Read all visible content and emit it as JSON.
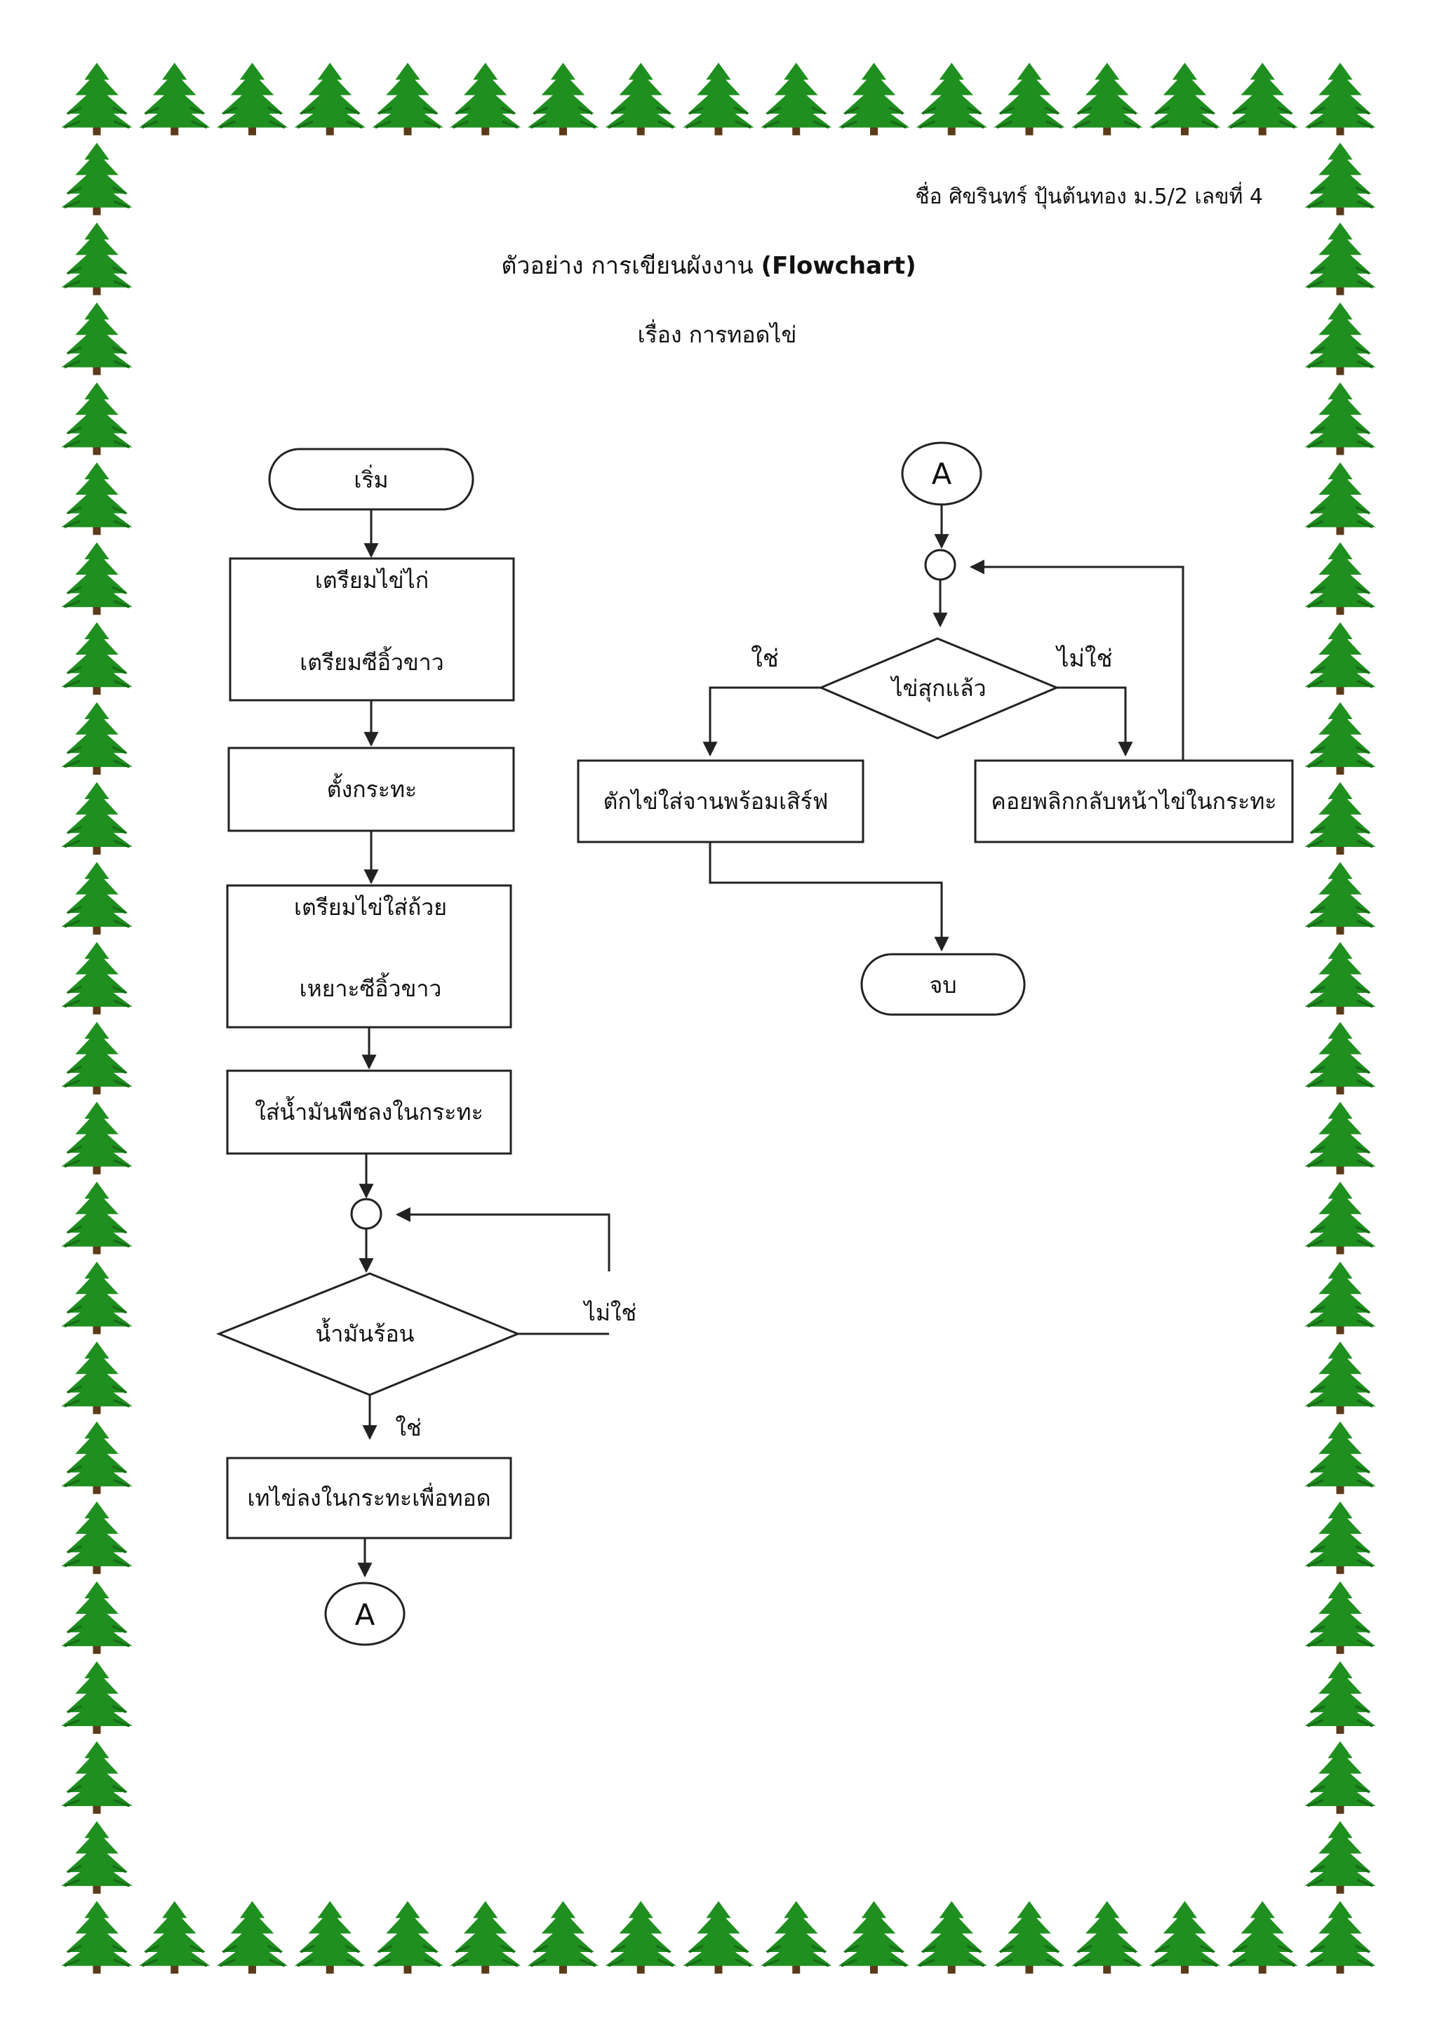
{
  "header": {
    "author_line": "ชื่อ ศิขรินทร์ ปุ้นต้นทอง ม.5/2 เลขที่ 4",
    "title_prefix": "ตัวอย่าง การเขียนผังงาน",
    "title_suffix": "(Flowchart)",
    "subtitle": "เรื่อง การทอดไข่"
  },
  "colors": {
    "tree": "#1f8f1f",
    "tree_dark": "#176d17",
    "trunk": "#5a3a1a",
    "line": "#222222"
  },
  "border": {
    "icon": "pine-tree-icon"
  },
  "flow_left": {
    "start": "เริ่ม",
    "step1_line1": "เตรียมไข่ไก่",
    "step1_line2": "เตรียมซีอิ้วขาว",
    "step2": "ตั้งกระทะ",
    "step3_line1": "เตรียมไข่ใส่ถ้วย",
    "step3_line2": "เหยาะซีอิ้วขาว",
    "step4": "ใส่น้ำมันพืชลงในกระทะ",
    "decision": "น้ำมันร้อน",
    "no_label": "ไม่ใช่",
    "yes_label": "ใช่",
    "step5": "เทไข่ลงในกระทะเพื่อทอด",
    "connector": "A"
  },
  "flow_right": {
    "connector": "A",
    "decision": "ไข่สุกแล้ว",
    "yes_label": "ใช่",
    "no_label": "ไม่ใช่",
    "yes_step": "ตักไข่ใส่จานพร้อมเสิร์ฟ",
    "no_step": "คอยพลิกกลับหน้าไข่ในกระทะ",
    "end": "จบ"
  }
}
